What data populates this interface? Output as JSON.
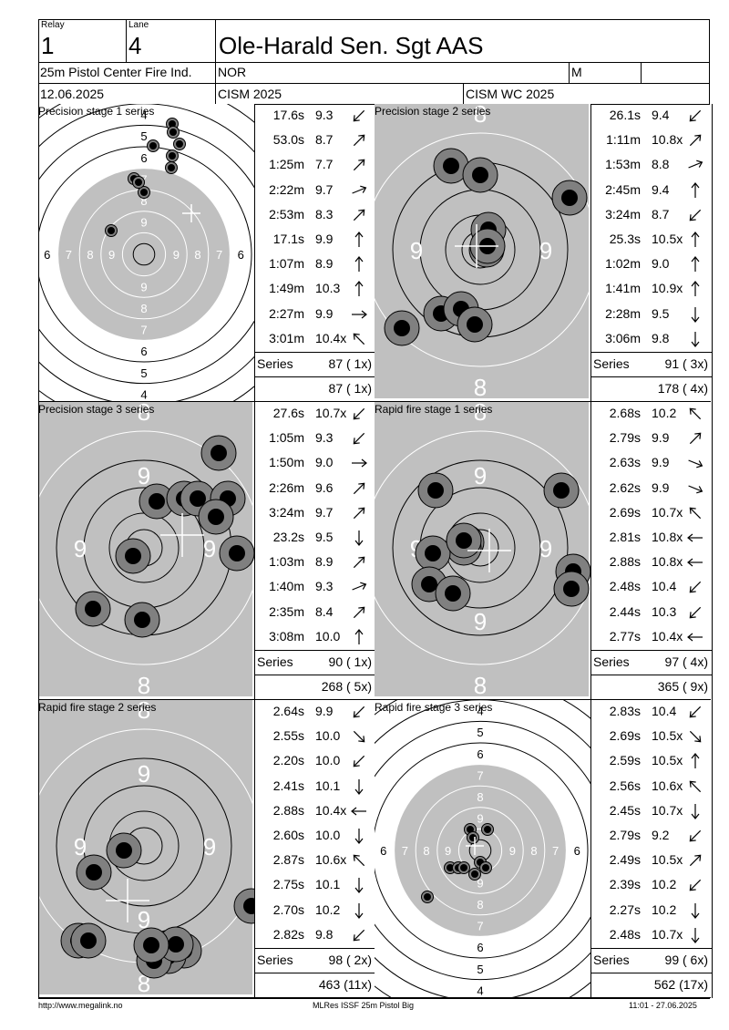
{
  "header": {
    "relay_label": "Relay",
    "relay_value": "1",
    "lane_label": "Lane",
    "lane_value": "4",
    "shooter_name": "Ole-Harald Sen. Sgt AAS",
    "event": "25m Pistol Center Fire Ind.",
    "nation": "NOR",
    "gender": "M",
    "date": "12.06.2025",
    "competition": "CISM 2025",
    "championship": "CISM WC 2025"
  },
  "panels": [
    {
      "title": "Precision stage 1 series",
      "target": "precision",
      "shots": [
        {
          "time": "17.6s",
          "score": "9.3",
          "dir": "sw"
        },
        {
          "time": "53.0s",
          "score": "8.7",
          "dir": "ne"
        },
        {
          "time": "1:25m",
          "score": "7.7",
          "dir": "ne"
        },
        {
          "time": "2:22m",
          "score": "9.7",
          "dir": "ene"
        },
        {
          "time": "2:53m",
          "score": "8.3",
          "dir": "ne"
        },
        {
          "time": "17.1s",
          "score": "9.9",
          "dir": "n"
        },
        {
          "time": "1:07m",
          "score": "8.9",
          "dir": "n"
        },
        {
          "time": "1:49m",
          "score": "10.3",
          "dir": "n"
        },
        {
          "time": "2:27m",
          "score": "9.9",
          "dir": "e"
        },
        {
          "time": "3:01m",
          "score": "10.4x",
          "dir": "nw"
        }
      ],
      "series_label": "Series",
      "series_total": "87 ( 1x)",
      "cumulative": "87 ( 1x)"
    },
    {
      "title": "Precision stage 2 series",
      "target": "zoomed",
      "shots": [
        {
          "time": "26.1s",
          "score": "9.4",
          "dir": "sw"
        },
        {
          "time": "1:11m",
          "score": "10.8x",
          "dir": "ne"
        },
        {
          "time": "1:53m",
          "score": "8.8",
          "dir": "ene"
        },
        {
          "time": "2:45m",
          "score": "9.4",
          "dir": "n"
        },
        {
          "time": "3:24m",
          "score": "8.7",
          "dir": "sw"
        },
        {
          "time": "25.3s",
          "score": "10.5x",
          "dir": "n"
        },
        {
          "time": "1:02m",
          "score": "9.0",
          "dir": "n"
        },
        {
          "time": "1:41m",
          "score": "10.9x",
          "dir": "n"
        },
        {
          "time": "2:28m",
          "score": "9.5",
          "dir": "s"
        },
        {
          "time": "3:06m",
          "score": "9.8",
          "dir": "s"
        }
      ],
      "series_label": "Series",
      "series_total": "91 ( 3x)",
      "cumulative": "178 ( 4x)"
    },
    {
      "title": "Precision stage 3 series",
      "target": "zoomed",
      "shots": [
        {
          "time": "27.6s",
          "score": "10.7x",
          "dir": "sw"
        },
        {
          "time": "1:05m",
          "score": "9.3",
          "dir": "sw"
        },
        {
          "time": "1:50m",
          "score": "9.0",
          "dir": "e"
        },
        {
          "time": "2:26m",
          "score": "9.6",
          "dir": "ne"
        },
        {
          "time": "3:24m",
          "score": "9.7",
          "dir": "ne"
        },
        {
          "time": "23.2s",
          "score": "9.5",
          "dir": "s"
        },
        {
          "time": "1:03m",
          "score": "8.9",
          "dir": "ne"
        },
        {
          "time": "1:40m",
          "score": "9.3",
          "dir": "ene"
        },
        {
          "time": "2:35m",
          "score": "8.4",
          "dir": "ne"
        },
        {
          "time": "3:08m",
          "score": "10.0",
          "dir": "n"
        }
      ],
      "series_label": "Series",
      "series_total": "90 ( 1x)",
      "cumulative": "268 ( 5x)"
    },
    {
      "title": "Rapid fire stage 1 series",
      "target": "zoomed",
      "shots": [
        {
          "time": "2.68s",
          "score": "10.2",
          "dir": "nw"
        },
        {
          "time": "2.79s",
          "score": "9.9",
          "dir": "ne"
        },
        {
          "time": "2.63s",
          "score": "9.9",
          "dir": "ese"
        },
        {
          "time": "2.62s",
          "score": "9.9",
          "dir": "ese"
        },
        {
          "time": "2.69s",
          "score": "10.7x",
          "dir": "nw"
        },
        {
          "time": "2.81s",
          "score": "10.8x",
          "dir": "w"
        },
        {
          "time": "2.88s",
          "score": "10.8x",
          "dir": "w"
        },
        {
          "time": "2.48s",
          "score": "10.4",
          "dir": "sw"
        },
        {
          "time": "2.44s",
          "score": "10.3",
          "dir": "sw"
        },
        {
          "time": "2.77s",
          "score": "10.4x",
          "dir": "w"
        }
      ],
      "series_label": "Series",
      "series_total": "97 ( 4x)",
      "cumulative": "365 ( 9x)"
    },
    {
      "title": "Rapid fire stage 2 series",
      "target": "zoomed",
      "shots": [
        {
          "time": "2.64s",
          "score": "9.9",
          "dir": "sw"
        },
        {
          "time": "2.55s",
          "score": "10.0",
          "dir": "se"
        },
        {
          "time": "2.20s",
          "score": "10.0",
          "dir": "sw"
        },
        {
          "time": "2.41s",
          "score": "10.1",
          "dir": "s"
        },
        {
          "time": "2.88s",
          "score": "10.4x",
          "dir": "w"
        },
        {
          "time": "2.60s",
          "score": "10.0",
          "dir": "s"
        },
        {
          "time": "2.87s",
          "score": "10.6x",
          "dir": "nw"
        },
        {
          "time": "2.75s",
          "score": "10.1",
          "dir": "s"
        },
        {
          "time": "2.70s",
          "score": "10.2",
          "dir": "s"
        },
        {
          "time": "2.82s",
          "score": "9.8",
          "dir": "sw"
        }
      ],
      "series_label": "Series",
      "series_total": "98 ( 2x)",
      "cumulative": "463 (11x)"
    },
    {
      "title": "Rapid fire stage 3 series",
      "target": "precision",
      "shots": [
        {
          "time": "2.83s",
          "score": "10.4",
          "dir": "sw"
        },
        {
          "time": "2.69s",
          "score": "10.5x",
          "dir": "se"
        },
        {
          "time": "2.59s",
          "score": "10.5x",
          "dir": "n"
        },
        {
          "time": "2.56s",
          "score": "10.6x",
          "dir": "nw"
        },
        {
          "time": "2.45s",
          "score": "10.7x",
          "dir": "s"
        },
        {
          "time": "2.79s",
          "score": "9.2",
          "dir": "sw"
        },
        {
          "time": "2.49s",
          "score": "10.5x",
          "dir": "ne"
        },
        {
          "time": "2.39s",
          "score": "10.2",
          "dir": "sw"
        },
        {
          "time": "2.27s",
          "score": "10.2",
          "dir": "s"
        },
        {
          "time": "2.48s",
          "score": "10.7x",
          "dir": "s"
        }
      ],
      "series_label": "Series",
      "series_total": "99 ( 6x)",
      "cumulative": "562 (17x)"
    }
  ],
  "footer": {
    "url": "http://www.megalink.no",
    "product": "MLRes ISSF 25m Pistol Big",
    "timestamp": "11:01 - 27.06.2025"
  },
  "colors": {
    "black_zone": "#c0c0c0",
    "hole_ring": "#808080",
    "hole_center": "#000000",
    "line": "#000000"
  }
}
